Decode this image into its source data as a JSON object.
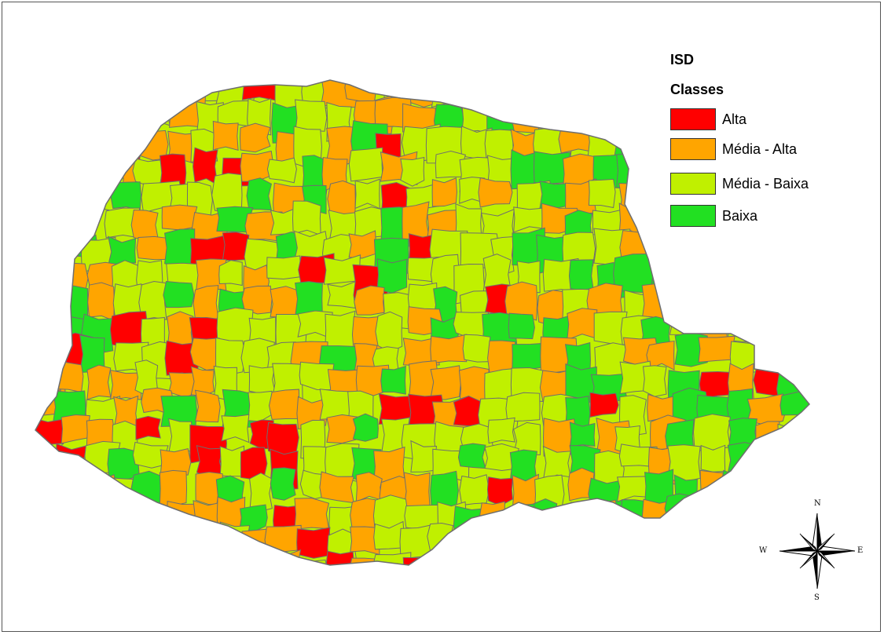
{
  "legend": {
    "title": "ISD",
    "subtitle": "Classes",
    "items": [
      {
        "label": "Alta",
        "color": "#ff0000"
      },
      {
        "label": "Média - Alta",
        "color": "#ffa500"
      },
      {
        "label": "Média - Baixa",
        "color": "#c0f000"
      },
      {
        "label": "Baixa",
        "color": "#22e022"
      }
    ]
  },
  "compass": {
    "n": "N",
    "s": "S",
    "e": "E",
    "w": "W"
  },
  "colors": {
    "border": "#6e6e6e",
    "frame": "#555555"
  }
}
